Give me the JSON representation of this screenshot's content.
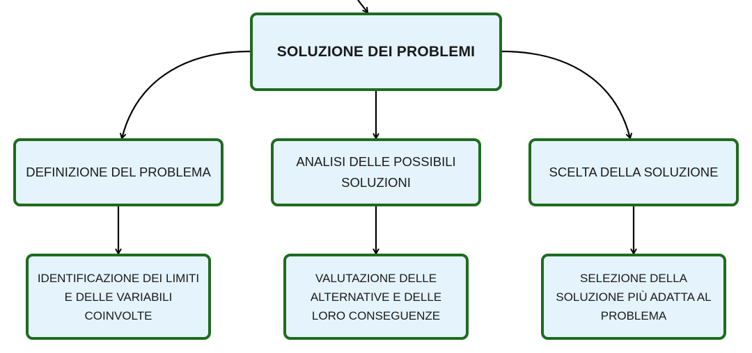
{
  "diagram": {
    "root": {
      "label": "SOLUZIONE DEI PROBLEMI"
    },
    "branches": [
      {
        "label": "DEFINIZIONE DEL PROBLEMA",
        "child": "IDENTIFICAZIONE DEI LIMITI E DELLE VARIABILI COINVOLTE"
      },
      {
        "label": "ANALISI DELLE POSSIBILI SOLUZIONI",
        "child": "VALUTAZIONE DELLE ALTERNATIVE E DELLE LORO CONSEGUENZE"
      },
      {
        "label": "SCELTA DELLA SOLUZIONE",
        "child": "SELEZIONE DELLA SOLUZIONE PIÙ ADATTA AL PROBLEMA"
      }
    ]
  },
  "colors": {
    "node_fill": "#e4f3fc",
    "node_border": "#1f6b1f",
    "connector": "#000000",
    "text": "#1a1a1a"
  }
}
